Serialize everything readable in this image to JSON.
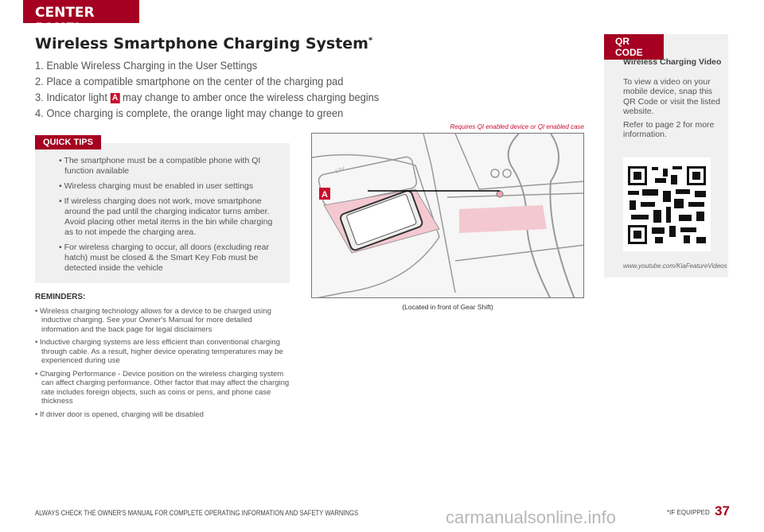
{
  "section_tab": "CENTER PANEL",
  "title": "Wireless Smartphone Charging System",
  "title_mark": "*",
  "steps": [
    "1.  Enable Wireless Charging in the User Settings",
    "2.  Place a compatible smartphone on the center of the charging pad",
    "3.  Indicator light",
    "4.  Once charging is complete, the orange light may change to green"
  ],
  "step3_badge": "A",
  "step3_rest": " may change to amber once the wireless charging begins",
  "quick_tips": {
    "label": "QUICK TIPS",
    "items": [
      "• The smartphone must be a compatible phone with QI function available",
      "• Wireless charging must be enabled in user settings",
      "• If wireless charging does not work, move smartphone around the pad until the charging indicator turns amber. Avoid placing other metal items in the bin while charging as to not impede the charging area.",
      "• For wireless charging to occur, all doors (excluding rear hatch) must be closed & the Smart Key Fob must be detected inside the vehicle"
    ]
  },
  "reminders": {
    "title": "REMINDERS:",
    "items": [
      "• Wireless charging technology allows for a device to be charged using inductive charging. See your Owner's Manual for more detailed information and the back page for legal disclaimers",
      "• Inductive charging systems are less efficient than conventional charging through cable. As a result, higher device operating temperatures may be experienced during use",
      "• Charging Performance - Device position on the wireless charging system can affect charging performance. Other factor that may affect the charging rate includes foreign objects, such as coins or pens, and phone case thickness",
      "• If driver door is opened, charging will be disabled"
    ]
  },
  "image": {
    "note": "Requires QI enabled device or QI enabled case",
    "caption": "(Located in front of Gear Shift)",
    "callout": "A",
    "label_12v": "12V"
  },
  "qr": {
    "label": "QR CODE",
    "title": "Wireless Charging Video",
    "text": "To view a video on your mobile device, snap this QR Code or visit the listed website.",
    "refer": "Refer to page 2 for more information.",
    "url": "www.youtube.com/KiaFeatureVideos"
  },
  "footer": {
    "warning": "ALWAYS CHECK THE OWNER'S MANUAL FOR COMPLETE OPERATING INFORMATION AND SAFETY WARNINGS",
    "if_equipped": "*IF EQUIPPED",
    "page": "37",
    "watermark": "carmanualsonline.info"
  },
  "colors": {
    "brand": "#a50021",
    "accent": "#c8102e"
  }
}
